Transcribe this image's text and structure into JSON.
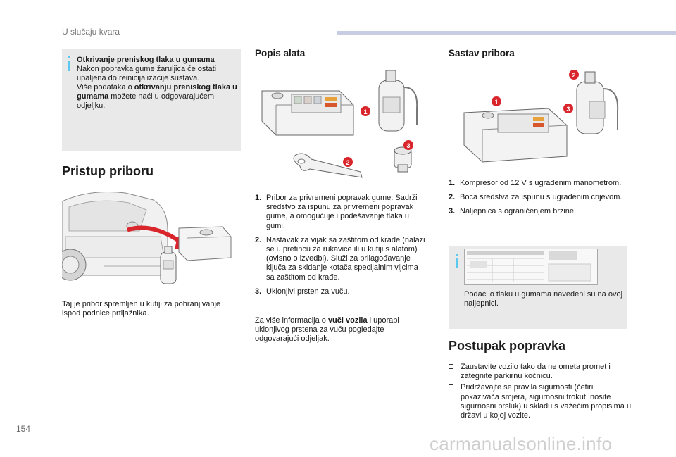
{
  "header": {
    "section": "U slučaju kvara"
  },
  "left": {
    "info_title": "Otkrivanje preniskog tlaka u gumama",
    "info_text_1": "Nakon popravka gume žaruljica će ostati upaljena do reinicijalizacije sustava.",
    "info_text_2a": "Više podataka o ",
    "info_text_2b": "otkrivanju preniskog tlaka u gumama",
    "info_text_2c": " možete naći u odgovarajućem odjeljku.",
    "heading": "Pristup priboru",
    "caption": "Taj je pribor spremljen u kutiji za pohranjivanje ispod podnice prtljažnika."
  },
  "middle": {
    "heading": "Popis alata",
    "items": [
      {
        "num": "1.",
        "text": "Pribor za privremeni popravak gume. Sadrži sredstvo za ispunu za privremeni popravak gume, a omogućuje i podešavanje tlaka u gumi."
      },
      {
        "num": "2.",
        "text": "Nastavak za vijak sa zaštitom od krađe (nalazi se u pretincu za rukavice ili u kutiji s alatom) (ovisno o izvedbi). Služi za prilagođavanje ključa za skidanje kotača specijalnim vijcima sa zaštitom od krađe."
      },
      {
        "num": "3.",
        "text": "Uklonjivi prsten za vuču."
      }
    ],
    "note_a": "Za više informacija o ",
    "note_b": "vuči vozila",
    "note_c": " i uporabi uklonjivog prstena za vuču pogledajte odgovarajući odjeljak.",
    "badges": [
      "1",
      "2",
      "3"
    ]
  },
  "right": {
    "heading": "Sastav pribora",
    "items": [
      {
        "num": "1.",
        "text": "Kompresor od 12 V s ugrađenim manometrom."
      },
      {
        "num": "2.",
        "text": "Boca sredstva za ispunu s ugrađenim crijevom."
      },
      {
        "num": "3.",
        "text": "Naljepnica s ograničenjem brzine."
      }
    ],
    "badges": [
      "1",
      "2",
      "3"
    ],
    "info_text": "Podaci o tlaku u gumama navedeni su na ovoj naljepnici.",
    "heading_big": "Postupak popravka",
    "bullets": [
      "Zaustavite vozilo tako da ne ometa promet i zategnite parkirnu kočnicu.",
      "Pridržavajte se pravila sigurnosti (četiri pokazivača smjera, sigurnosni trokut, nosite sigurnosni prsluk) u skladu s važećim propisima u državi u kojoj vozite."
    ]
  },
  "footer": {
    "page_number": "154",
    "watermark": "carmanualsonline.info"
  },
  "colors": {
    "accent_red": "#d8262c",
    "info_blue": "#5bc8f0",
    "box_grey": "#e9e9ea"
  }
}
